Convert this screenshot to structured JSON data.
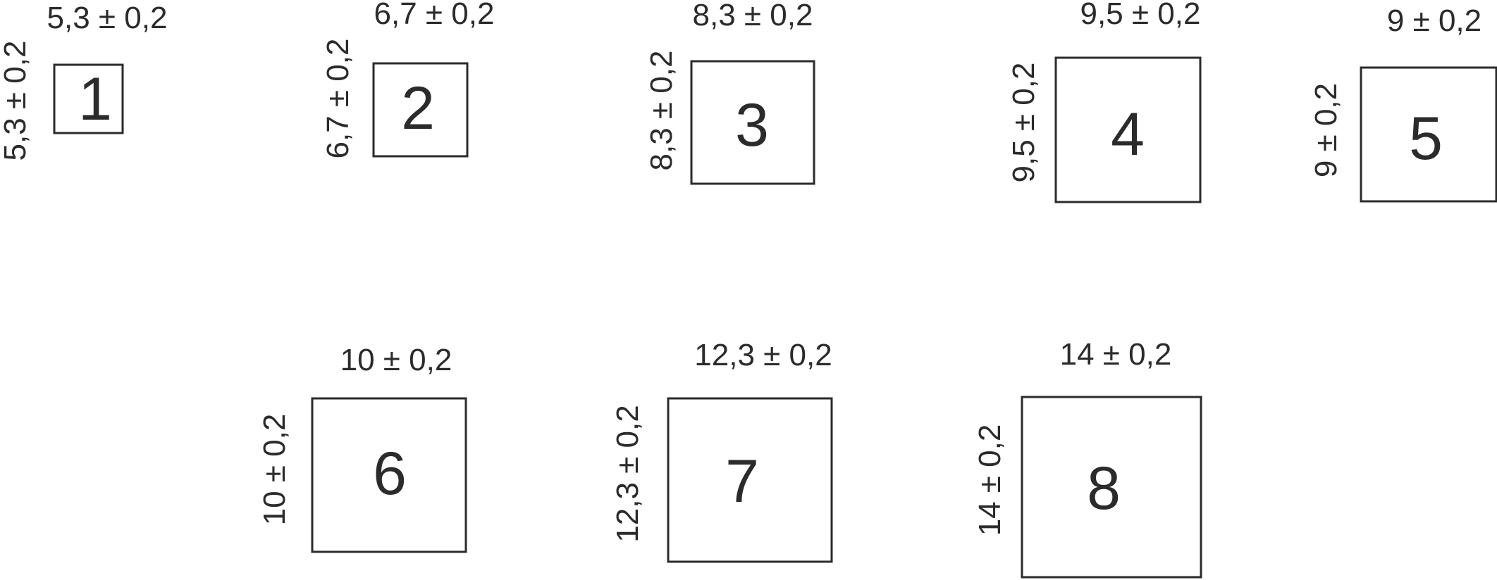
{
  "figure": {
    "squares": [
      {
        "number": "1",
        "width_label": "5,3 ± 0,2",
        "height_label": "5,3 ± 0,2"
      },
      {
        "number": "2",
        "width_label": "6,7 ± 0,2",
        "height_label": "6,7 ± 0,2"
      },
      {
        "number": "3",
        "width_label": "8,3 ± 0,2",
        "height_label": "8,3 ± 0,2"
      },
      {
        "number": "4",
        "width_label": "9,5 ± 0,2",
        "height_label": "9,5 ± 0,2"
      },
      {
        "number": "5",
        "width_label": "9 ± 0,2",
        "height_label": "9 ± 0,2"
      },
      {
        "number": "6",
        "width_label": "10 ± 0,2",
        "height_label": "10 ± 0,2"
      },
      {
        "number": "7",
        "width_label": "12,3 ± 0,2",
        "height_label": "12,3 ± 0,2"
      },
      {
        "number": "8",
        "width_label": "14 ± 0,2",
        "height_label": "14 ± 0,2"
      }
    ]
  }
}
